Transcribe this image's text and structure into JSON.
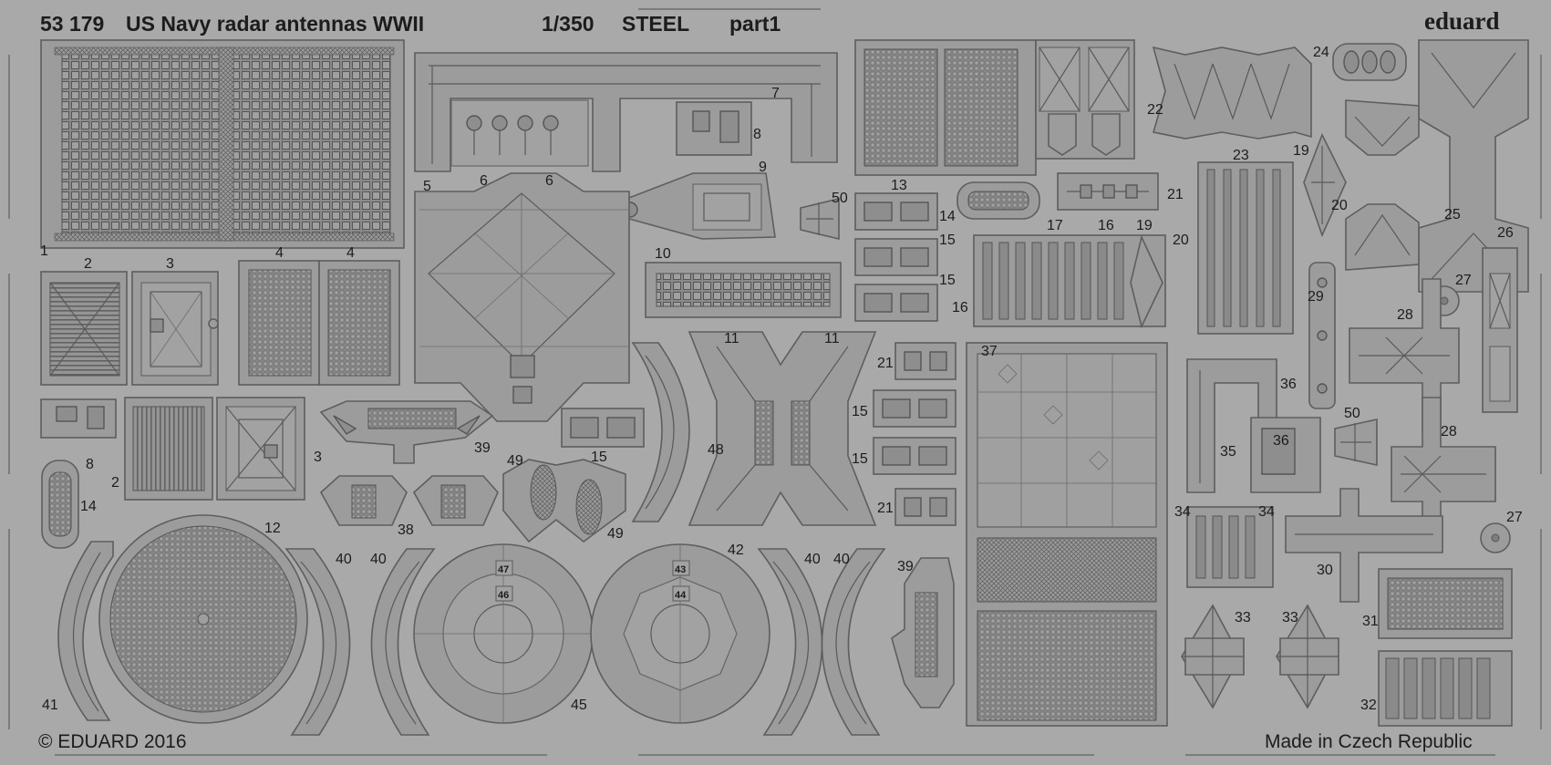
{
  "header": {
    "catalog_number": "53 179",
    "title": "US Navy radar antennas WWII",
    "scale": "1/350",
    "material": "STEEL",
    "part": "part1",
    "brand": "eduard"
  },
  "footer": {
    "copyright": "© EDUARD 2016",
    "origin": "Made in Czech Republic"
  },
  "part_labels": [
    "1",
    "2",
    "3",
    "4",
    "4",
    "5",
    "6",
    "6",
    "7",
    "8",
    "9",
    "10",
    "50",
    "13",
    "14",
    "15",
    "15",
    "17",
    "16",
    "19",
    "21",
    "22",
    "24",
    "23",
    "19",
    "20",
    "25",
    "20",
    "26",
    "27",
    "2",
    "3",
    "8",
    "14",
    "39",
    "11",
    "11",
    "21",
    "15",
    "15",
    "48",
    "21",
    "12",
    "38",
    "49",
    "15",
    "49",
    "40",
    "40",
    "42",
    "39",
    "40",
    "40",
    "47",
    "46",
    "43",
    "44",
    "45",
    "41",
    "37",
    "29",
    "28",
    "36",
    "35",
    "36",
    "50",
    "28",
    "27",
    "34",
    "34",
    "30",
    "31",
    "33",
    "33",
    "32",
    "16"
  ]
}
